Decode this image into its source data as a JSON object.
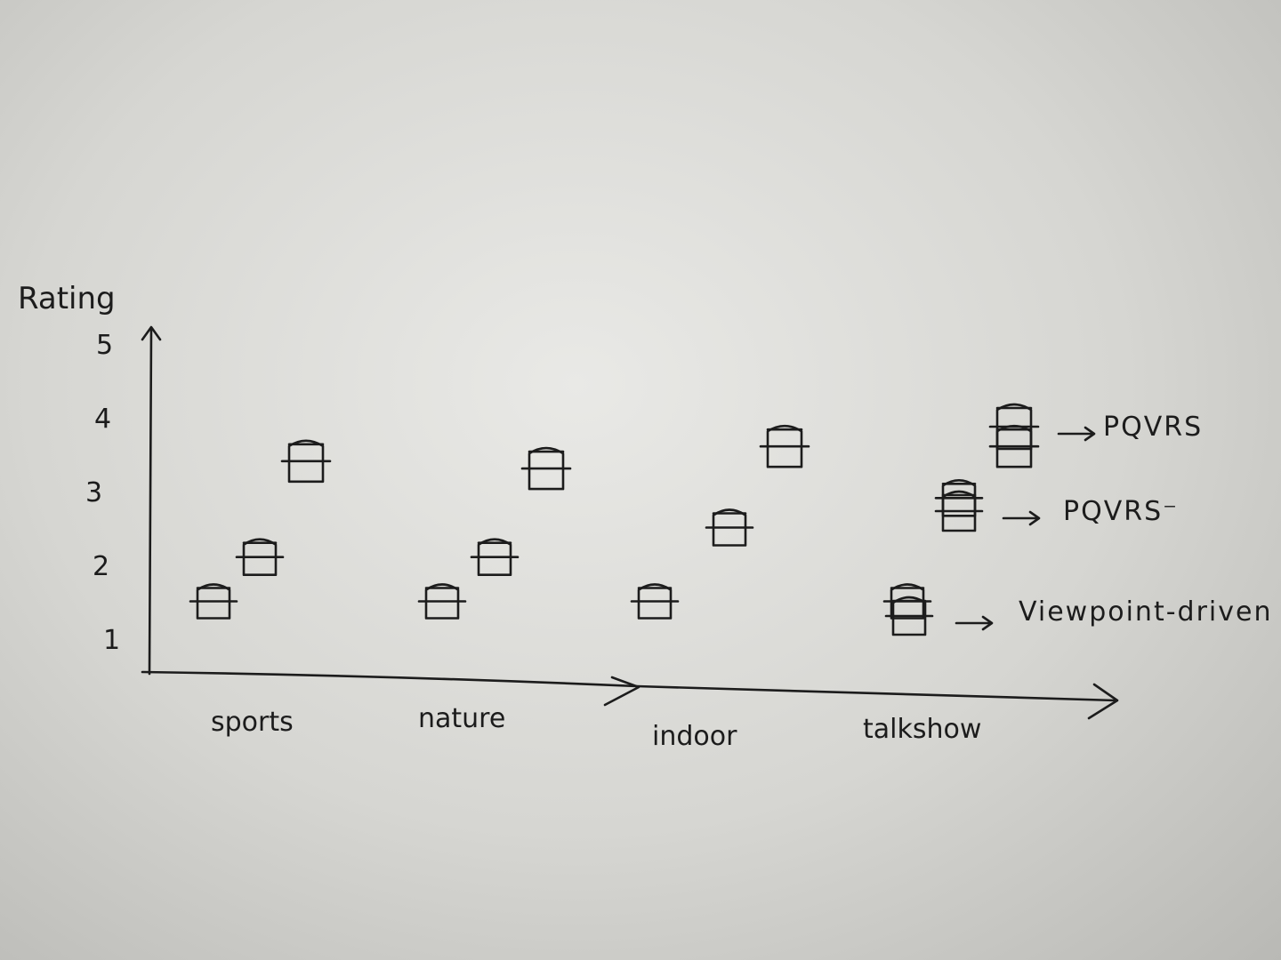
{
  "chart_data": {
    "type": "scatter",
    "ylabel": "Rating",
    "xlabel": "",
    "ylim": [
      0.7,
      5.3
    ],
    "yticks": [
      "1",
      "2",
      "3",
      "4",
      "5"
    ],
    "categories": [
      "sports",
      "nature",
      "indoor",
      "talkshow"
    ],
    "marker": "box",
    "series": [
      {
        "name": "Viewpoint-driven",
        "values": [
          1.5,
          1.5,
          1.5,
          1.5
        ]
      },
      {
        "name": "PQVRS⁻",
        "values": [
          2.1,
          2.1,
          2.5,
          2.9
        ]
      },
      {
        "name": "PQVRS",
        "values": [
          3.4,
          3.3,
          3.6,
          3.6
        ]
      }
    ],
    "legend_position": "right",
    "grid": false
  }
}
